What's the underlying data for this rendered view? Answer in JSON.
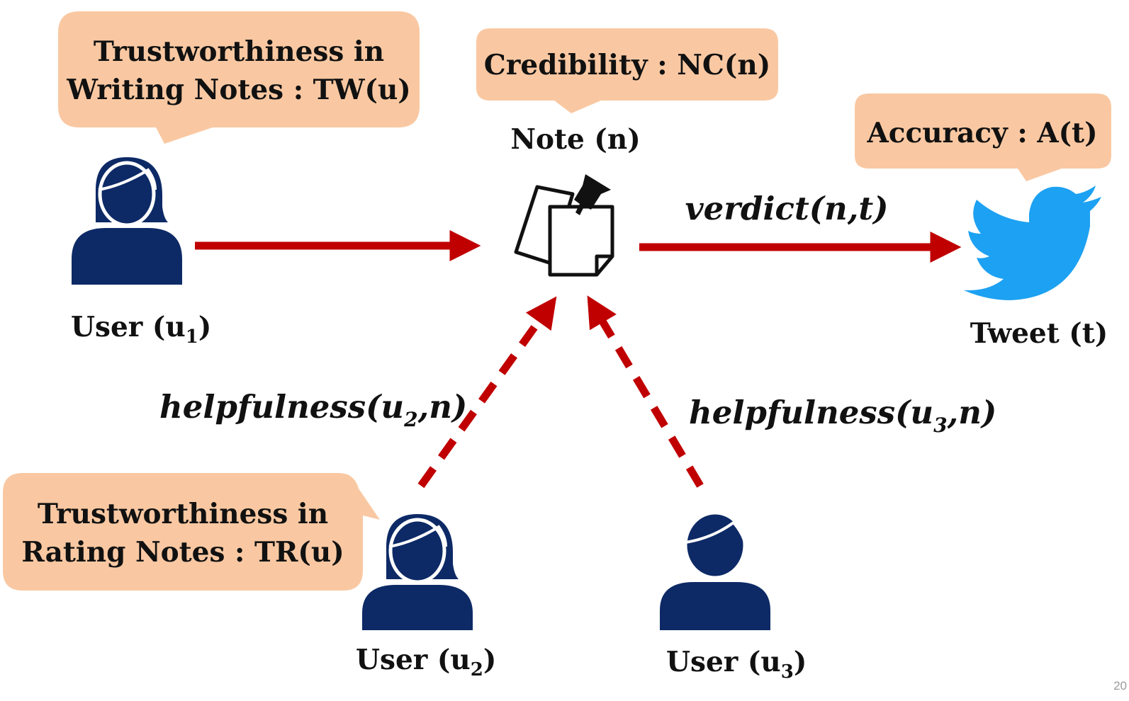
{
  "colors": {
    "bubble": "#f9c8a2",
    "user_icon": "#0d2a66",
    "arrow": "#c00000",
    "twitter_bird": "#1da1f2",
    "text": "#111111"
  },
  "bubbles": {
    "writing_line1": "Trustworthiness in",
    "writing_line2": "Writing Notes : TW(u)",
    "credibility": "Credibility : NC(n)",
    "accuracy": "Accuracy : A(t)",
    "rating_line1": "Trustworthiness in",
    "rating_line2": "Rating Notes : TR(u)"
  },
  "nodes": {
    "note": "Note (n)",
    "tweet": "Tweet (t)",
    "user1": {
      "prefix": "User (u",
      "sub": "1",
      "suffix": ")"
    },
    "user2": {
      "prefix": "User (u",
      "sub": "2",
      "suffix": ")"
    },
    "user3": {
      "prefix": "User (u",
      "sub": "3",
      "suffix": ")"
    }
  },
  "edges": {
    "verdict": "verdict(n,t)",
    "helpfulness_u2": {
      "prefix": "helpfulness(u",
      "sub": "2",
      "suffix": ",n)"
    },
    "helpfulness_u3": {
      "prefix": "helpfulness(u",
      "sub": "3",
      "suffix": ",n)"
    }
  },
  "icons": {
    "user1": "female-user-icon",
    "user2": "female-user-icon",
    "user3": "male-user-icon",
    "note": "pinned-note-icon",
    "tweet": "twitter-bird-icon"
  },
  "page_number": "20"
}
